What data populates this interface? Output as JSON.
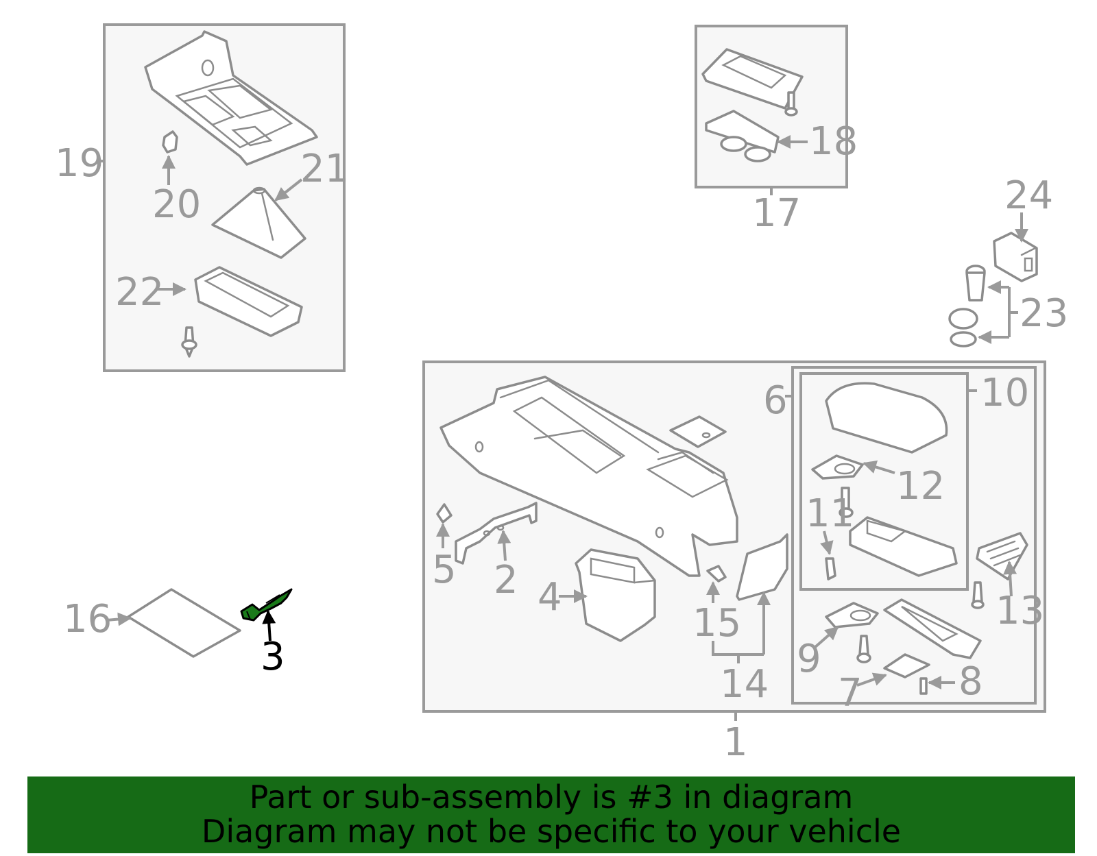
{
  "diagram": {
    "highlight_part": "3",
    "colors": {
      "parts": "#9a9a9a",
      "highlight": "#000000",
      "banner": "#166b16"
    },
    "callouts": {
      "c1": "1",
      "c2": "2",
      "c3": "3",
      "c4": "4",
      "c5": "5",
      "c6": "6",
      "c7": "7",
      "c8": "8",
      "c9": "9",
      "c10": "10",
      "c11": "11",
      "c12": "12",
      "c13": "13",
      "c14": "14",
      "c15": "15",
      "c16": "16",
      "c17": "17",
      "c18": "18",
      "c19": "19",
      "c20": "20",
      "c21": "21",
      "c22": "22",
      "c23": "23",
      "c24": "24"
    }
  },
  "banner": {
    "line1": "Part or sub-assembly is #3 in diagram",
    "line2": "Diagram may not be specific to your vehicle"
  }
}
